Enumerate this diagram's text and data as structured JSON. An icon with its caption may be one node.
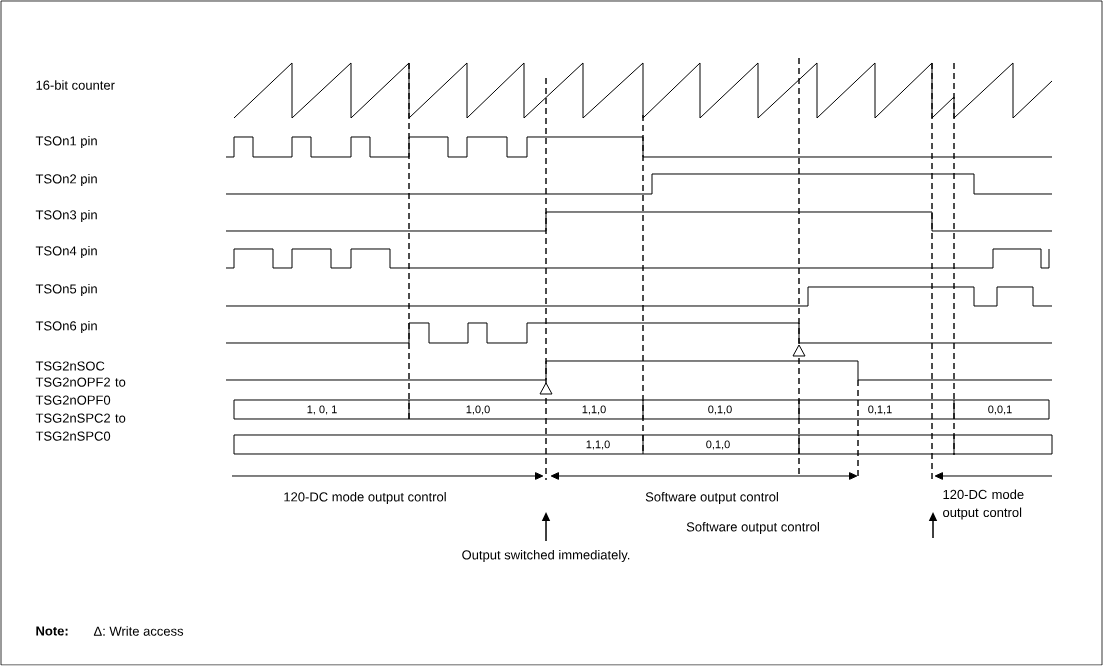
{
  "diagram": {
    "labels": [
      "16-bit counter",
      "TSOn1 pin",
      "TSOn2 pin",
      "TSOn3 pin",
      "TSOn4 pin",
      "TSOn5 pin",
      "TSOn6 pin",
      "TSG2nSOC",
      "TSG2nOPF2 to TSG2nOPF0",
      "TSG2nSPC2 to TSG2nSPC0",
      "1, 0, 1",
      "1,0,0",
      "1,1,0",
      "0,1,0",
      "0,1,1",
      "0,0,1",
      "1,1,0",
      "0,1,0",
      "120-DC mode output control",
      "Software output control",
      "120-DC mode output control",
      "Software output control",
      "Output switched immediately.",
      "Note:",
      "Δ: Write access"
    ]
  }
}
